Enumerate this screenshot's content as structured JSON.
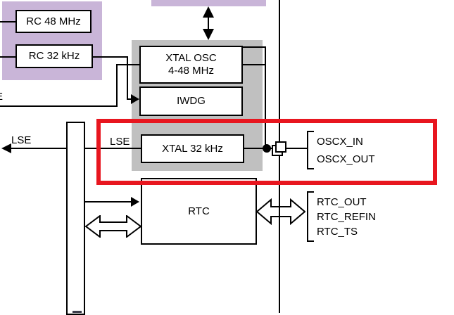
{
  "colors": {
    "purple": "#c9b5d8",
    "gray": "#c0c0c0",
    "red": "#e8161f"
  },
  "blocks": {
    "rc48": "RC 48 MHz",
    "rc32": "RC 32 kHz",
    "xtal_osc_line1": "XTAL OSC",
    "xtal_osc_line2": "4-48 MHz",
    "iwdg": "IWDG",
    "xtal32": "XTAL 32 kHz",
    "rtc": "RTC"
  },
  "wire_labels": {
    "lse_out": "LSE",
    "lse_in": "LSE",
    "left_edge_partial": "E"
  },
  "pin_groups": {
    "oscx": {
      "pins": [
        "OSCX_IN",
        "OSCX_OUT"
      ]
    },
    "rtc": {
      "pins": [
        "RTC_OUT",
        "RTC_REFIN",
        "RTC_TS"
      ]
    }
  },
  "annotation": {
    "type": "highlight-rectangle",
    "color": "#e8161f"
  }
}
